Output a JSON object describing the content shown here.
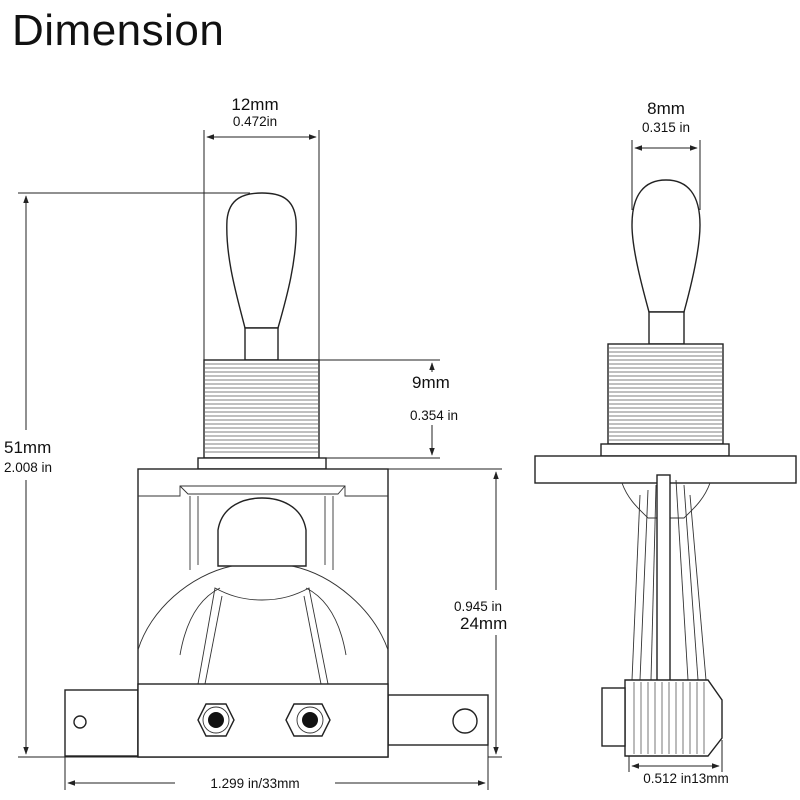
{
  "title": "Dimension",
  "dims": {
    "lever_width": {
      "mm": "12mm",
      "in": "0.472in"
    },
    "side_lever_width": {
      "mm": "8mm",
      "in": "0.315 in"
    },
    "bushing_height": {
      "mm": "9mm",
      "in": "0.354 in"
    },
    "total_height": {
      "mm": "51mm",
      "in": "2.008 in"
    },
    "body_height": {
      "in": "0.945 in",
      "mm": "24mm"
    },
    "total_width": {
      "label": "1.299 in/33mm"
    },
    "side_connector_width": {
      "label": "0.512 in13mm"
    }
  }
}
